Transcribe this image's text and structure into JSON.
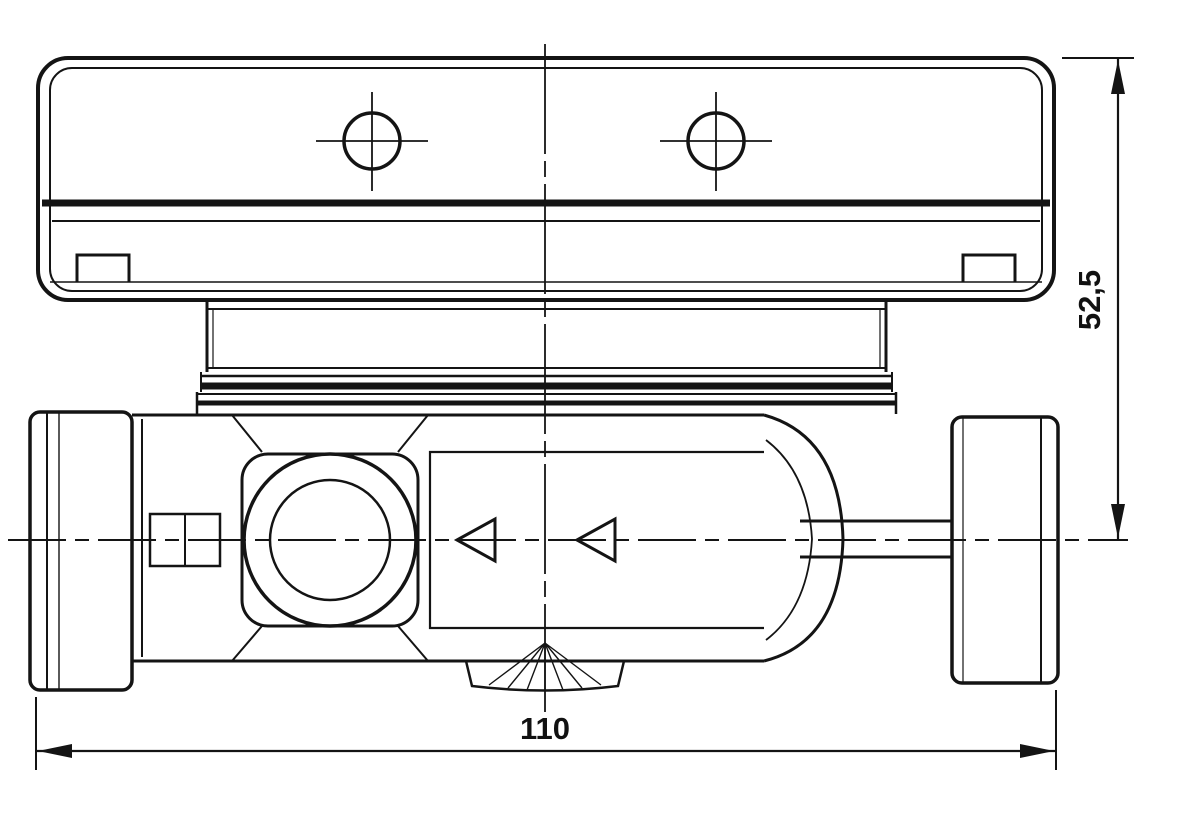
{
  "drawing": {
    "title": "meter-outline-dimension-drawing",
    "dimension_length": {
      "label": "110",
      "value": 110
    },
    "dimension_height": {
      "label": "52,5",
      "value": 52.5
    }
  },
  "colors": {
    "background": "#ffffff",
    "line": "#141414",
    "text": "#111111"
  }
}
